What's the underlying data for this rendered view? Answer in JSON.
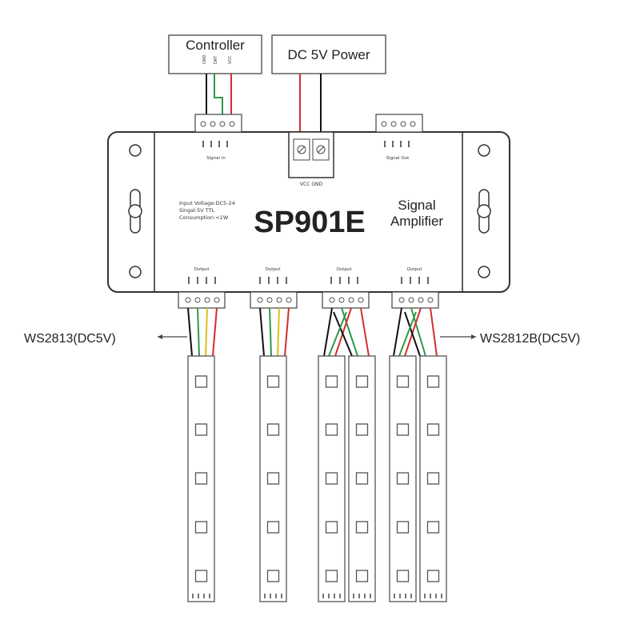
{
  "controller": {
    "label": "Controller",
    "pins": [
      "GND",
      "DAT",
      "VCC"
    ]
  },
  "power": {
    "label": "DC 5V Power",
    "terminals": "VCC GND"
  },
  "device": {
    "model": "SP901E",
    "name_line1": "Signal",
    "name_line2": "Amplifier",
    "signal_in_label": "Signal in",
    "signal_out_label": "Signal Out",
    "specs": [
      "Input Voltage:DC5-24",
      "Singal:5V TTL",
      "Consumption:<1W"
    ],
    "output_label": "Output"
  },
  "strips": {
    "left_label": "WS2813(DC5V)",
    "right_label": "WS2812B(DC5V)"
  },
  "wire_colors": {
    "red": "#d0312d",
    "green": "#2e9a4a",
    "black": "#111111",
    "yellow": "#d9c21f"
  }
}
